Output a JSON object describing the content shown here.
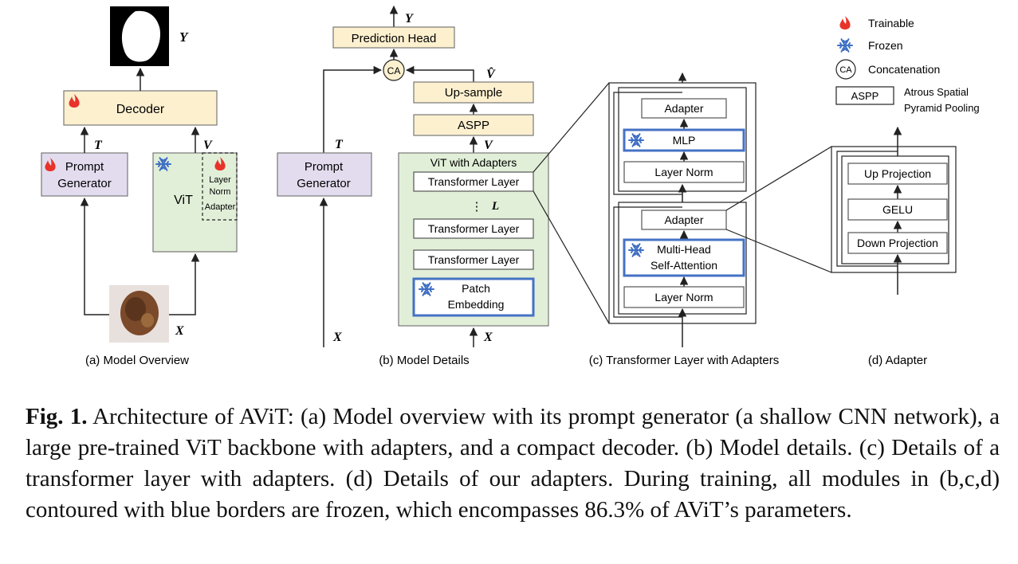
{
  "colors": {
    "orange_box": "#fdf0cf",
    "purple_box": "#e3dcef",
    "green_box": "#e1efd8",
    "frozen_border": "#4472c4",
    "box_border": "#555555",
    "flame": "#e8332a",
    "snowflake": "#3f6fc4"
  },
  "panel_a": {
    "output_label": "Y",
    "decoder": "Decoder",
    "t_label": "T",
    "v_label": "V",
    "prompt_generator": [
      "Prompt",
      "Generator"
    ],
    "vit": "ViT",
    "layer_norm": [
      "Layer",
      "Norm"
    ],
    "adapter": "Adapter",
    "x_label": "X",
    "caption": "(a) Model Overview"
  },
  "panel_b": {
    "output_label": "Y",
    "prediction_head": "Prediction Head",
    "ca": "CA",
    "vhat_label": "V̂",
    "upsample": "Up-sample",
    "aspp": "ASPP",
    "v_label": "V",
    "t_label": "T",
    "prompt_generator": [
      "Prompt",
      "Generator"
    ],
    "vit_title": "ViT with Adapters",
    "transformer_layer": "Transformer Layer",
    "dots": "⋮",
    "l_label": "L",
    "patch_embedding": [
      "Patch",
      "Embedding"
    ],
    "x_label": "X",
    "caption": "(b) Model Details"
  },
  "panel_c": {
    "adapter": "Adapter",
    "mlp": "MLP",
    "layer_norm": "Layer Norm",
    "mhsa": [
      "Multi-Head",
      "Self-Attention"
    ],
    "caption": "(c) Transformer Layer with Adapters"
  },
  "panel_d": {
    "up_projection": "Up Projection",
    "gelu": "GELU",
    "down_projection": "Down Projection",
    "caption": "(d) Adapter"
  },
  "legend": {
    "trainable": "Trainable",
    "frozen": "Frozen",
    "ca": "CA",
    "concatenation": "Concatenation",
    "aspp": "ASPP",
    "aspp_desc": [
      "Atrous Spatial",
      "Pyramid Pooling"
    ]
  },
  "caption": {
    "label": "Fig. 1.",
    "text": " Architecture of AViT: (a) Model overview with its prompt generator (a shallow CNN network), a large pre-trained ViT backbone with adapters, and a compact decoder. (b) Model details. (c) Details of a transformer layer with adapters. (d) Details of our adapters. During training, all modules in (b,c,d) contoured with blue borders are frozen, which encompasses 86.3% of AViT’s parameters."
  }
}
